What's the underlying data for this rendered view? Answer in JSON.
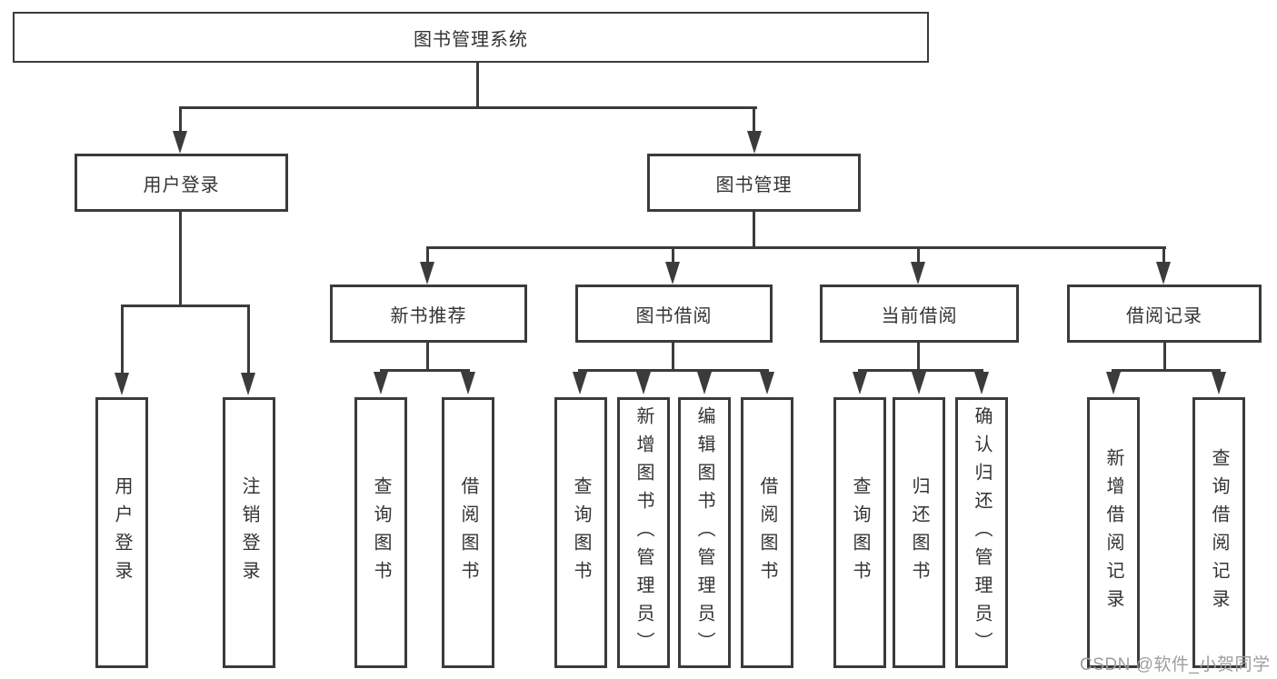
{
  "colors": {
    "line": "#3b3b3b",
    "text": "#333333",
    "box_bg": "#ffffff",
    "watermark": "#9e9e9e",
    "page_bg": "#ffffff"
  },
  "tree": {
    "label": "图书管理系统",
    "children": [
      {
        "label": "用户登录",
        "children": [
          {
            "label": "用户登录"
          },
          {
            "label": "注销登录"
          }
        ]
      },
      {
        "label": "图书管理",
        "children": [
          {
            "label": "新书推荐",
            "children": [
              {
                "label": "查询图书"
              },
              {
                "label": "借阅图书"
              }
            ]
          },
          {
            "label": "图书借阅",
            "children": [
              {
                "label": "查询图书"
              },
              {
                "label": "新增图书（管理员）"
              },
              {
                "label": "编辑图书（管理员）"
              },
              {
                "label": "借阅图书"
              }
            ]
          },
          {
            "label": "当前借阅",
            "children": [
              {
                "label": "查询图书"
              },
              {
                "label": "归还图书"
              },
              {
                "label": "确认归还（管理员）"
              }
            ]
          },
          {
            "label": "借阅记录",
            "children": [
              {
                "label": "新增借阅记录"
              },
              {
                "label": "查询借阅记录"
              }
            ]
          }
        ]
      }
    ]
  },
  "watermark": {
    "text": "CSDN @软件_小贺同学"
  }
}
